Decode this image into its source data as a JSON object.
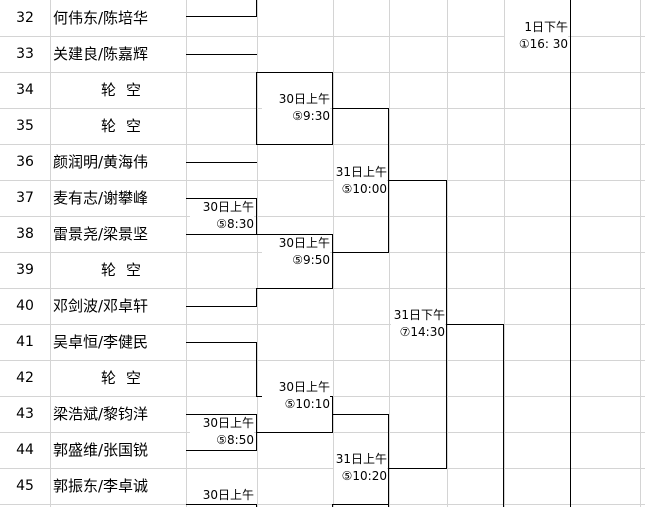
{
  "rows": [
    {
      "num": "32",
      "name": "何伟东/陈培华",
      "bye": false
    },
    {
      "num": "33",
      "name": "关建良/陈嘉辉",
      "bye": false
    },
    {
      "num": "34",
      "name": "轮空",
      "bye": true
    },
    {
      "num": "35",
      "name": "轮空",
      "bye": true
    },
    {
      "num": "36",
      "name": "颜润明/黄海伟",
      "bye": false
    },
    {
      "num": "37",
      "name": "麦有志/谢攀峰",
      "bye": false
    },
    {
      "num": "38",
      "name": "雷景尧/梁景坚",
      "bye": false
    },
    {
      "num": "39",
      "name": "轮空",
      "bye": true
    },
    {
      "num": "40",
      "name": "邓剑波/邓卓轩",
      "bye": false
    },
    {
      "num": "41",
      "name": "吴卓恒/李健民",
      "bye": false
    },
    {
      "num": "42",
      "name": "轮空",
      "bye": true
    },
    {
      "num": "43",
      "name": "梁浩斌/黎钧洋",
      "bye": false
    },
    {
      "num": "44",
      "name": "郭盛维/张国锐",
      "bye": false
    },
    {
      "num": "45",
      "name": "郭振东/李卓诚",
      "bye": false
    }
  ],
  "times": [
    {
      "day": "1日下午",
      "time": "①16: 30"
    },
    {
      "day": "30日上午",
      "time": "⑤9:30"
    },
    {
      "day": "31日上午",
      "time": "⑤10:00"
    },
    {
      "day": "30日上午",
      "time": "⑤8:30"
    },
    {
      "day": "30日上午",
      "time": "⑤9:50"
    },
    {
      "day": "31日下午",
      "time": "⑦14:30"
    },
    {
      "day": "30日上午",
      "time": "⑤10:10"
    },
    {
      "day": "30日上午",
      "time": "⑤8:50"
    },
    {
      "day": "31日上午",
      "time": "⑤10:20"
    },
    {
      "day": "30日上午",
      "time": ""
    }
  ]
}
